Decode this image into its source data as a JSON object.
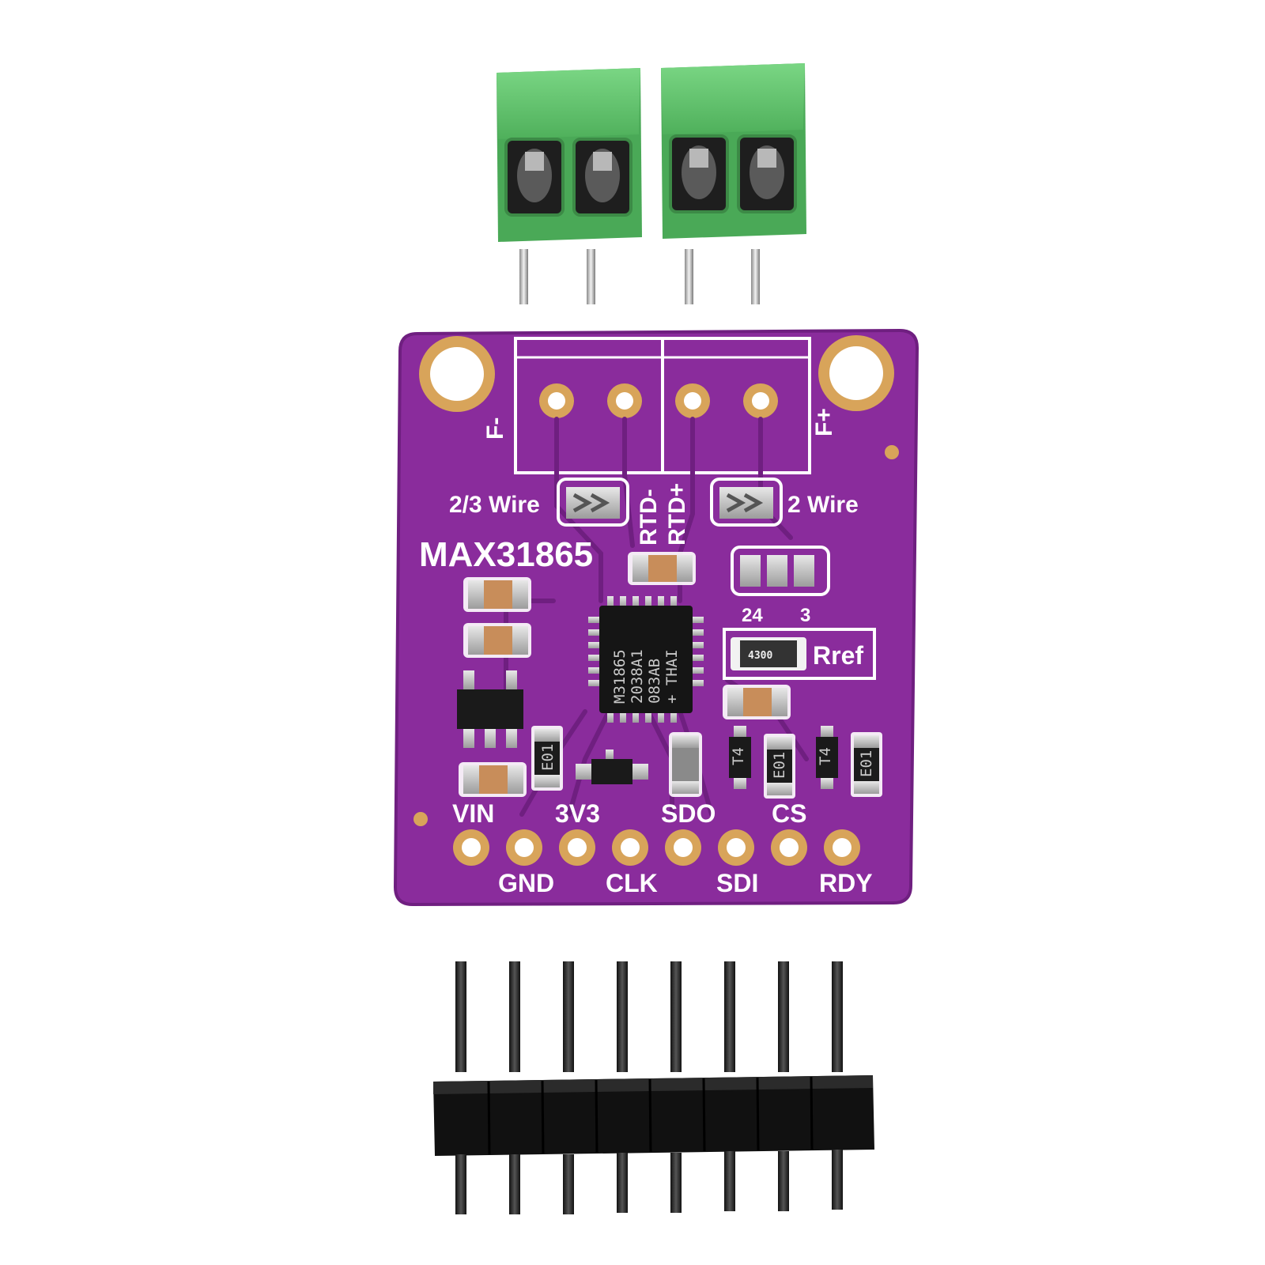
{
  "colors": {
    "pcb": "#8a2c9c",
    "pcb_dark": "#6f1f80",
    "pcb_edge": "#b25ac3",
    "terminal_green": "#5fc46a",
    "terminal_green_dark": "#3f9a4b",
    "gold": "#d8a45a",
    "header_plastic": "#111111",
    "pin_metal": "#2a2a2a"
  },
  "board": {
    "chip_name": "MAX31865",
    "wire_left": "2/3 Wire",
    "wire_right": "2 Wire",
    "rtd_minus": "RTD-",
    "rtd_plus": "RTD+",
    "jumper_label_24": "24",
    "jumper_label_3": "3",
    "rref_label": "Rref",
    "rref_marking": "4300",
    "corner_left": "F-",
    "corner_right": "F+",
    "ic_marking": [
      "M31865",
      "2038A1",
      "083AB",
      "+ THAI"
    ],
    "resistor_marking": "E01",
    "diode_marking": "T4",
    "pins_top_labels": [
      "VIN",
      "3V3",
      "SDO",
      "CS"
    ],
    "pins_bottom_labels": [
      "GND",
      "CLK",
      "SDI",
      "RDY"
    ]
  }
}
